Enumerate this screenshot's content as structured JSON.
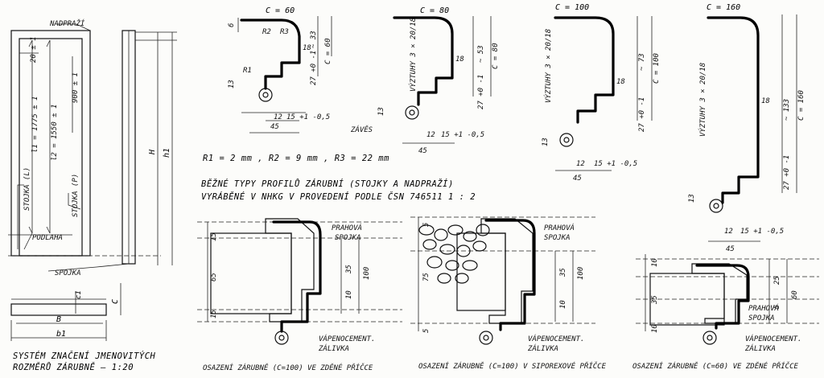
{
  "labels": {
    "nadprazi": "NADPRAŽÍ",
    "l1": "l1 = 1775 ± 1",
    "l2": "l2 = 1550 ± 1",
    "d20": "20 ± 1",
    "d900": "900 ± 1",
    "stojka_l": "STOJKA (L)",
    "stojka_p": "STOJKA (P)",
    "podlaha": "PODLAHA",
    "spojka": "SPOJKA",
    "H": "H",
    "h1": "h1",
    "B": "B",
    "b1": "b1",
    "C": "C",
    "c1": "c1",
    "system_title_1": "SYSTÉM ZNAČENÍ JMENOVITÝCH",
    "system_title_2": "ROZMĚRŮ ZÁRUBNĚ — 1:20",
    "c60": "C = 60",
    "c80": "C = 80",
    "c100": "C = 100",
    "c160": "C = 160",
    "approx33": "~ 33",
    "approx53": "~ 53",
    "approx73": "~ 73",
    "approx133": "~ 133",
    "d27": "27 +0 -1",
    "d45": "45",
    "d12": "12",
    "d15": "15 +1 -0,5",
    "d18": "18",
    "d13": "13",
    "d6": "6",
    "vyztuhy": "VÝZTUHY 3 × 20/18",
    "zaves": "ZÁVĚS",
    "r1": "R1",
    "r2": "R2",
    "r3": "R3",
    "radii": "R1 = 2 mm ,  R2 = 9 mm ,  R3 = 22 mm",
    "title1": "BĚŽNÉ TYPY PROFILŮ ZÁRUBNÍ  (STOJKY A NADPRAŽÍ)",
    "title2": "VYRÁBĚNÉ V NHKG V PROVEDENÍ PODLE ČSN 746511   1 : 2",
    "prahova_spojka_1": "PRAHOVÁ",
    "prahova_spojka_2": "SPOJKA",
    "vapenocement_1": "VÁPENOCEMENT.",
    "vapenocement_2": "ZÁLIVKA",
    "dim15": "15",
    "dim65": "65",
    "dim35": "35",
    "dim100": "100",
    "dim10": "10",
    "dim75": "75",
    "dim5": "5",
    "dim25": "25",
    "dim60": "60",
    "caption1": "OSAZENÍ ZÁRUBNĚ (C=100) VE ZDĚNÉ PŘÍČCE",
    "caption2": "OSAZENÍ ZÁRUBNĚ (C=100) V SIPOREXOVÉ PŘÍČCE",
    "caption3": "OSAZENÍ ZÁRUBNĚ (C=60) VE ZDĚNÉ PŘÍČCE"
  }
}
